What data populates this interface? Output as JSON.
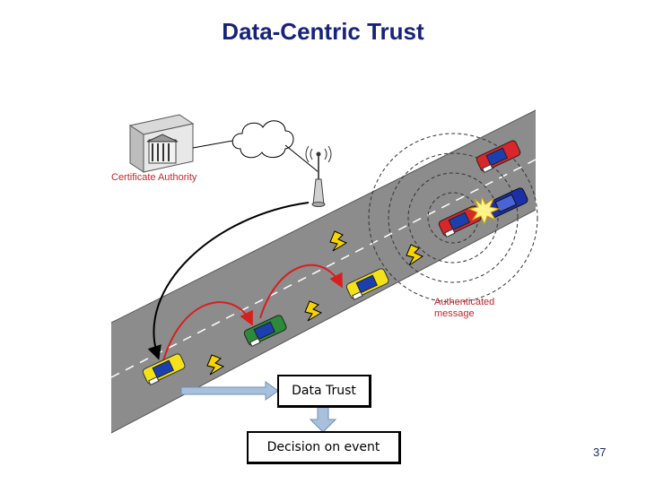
{
  "title": "Data-Centric Trust",
  "labels": {
    "certificate_authority": "Certificate Authority",
    "authenticated_line1": "Authenticated",
    "authenticated_line2": "message"
  },
  "boxes": {
    "data_trust": "Data Trust",
    "decision": "Decision on event"
  },
  "page_number": "37",
  "colors": {
    "title": "#17237a",
    "road": "#8c8c8c",
    "label_red": "#c0282d",
    "arrow_red": "#d81e1e",
    "bolt_yellow": "#f5d400",
    "arrow_fill": "#a9c0dc"
  },
  "icons": [
    "server-icon",
    "cloud-icon",
    "antenna-tower-icon",
    "lightning-icon",
    "car-icon",
    "collision-burst-icon"
  ]
}
